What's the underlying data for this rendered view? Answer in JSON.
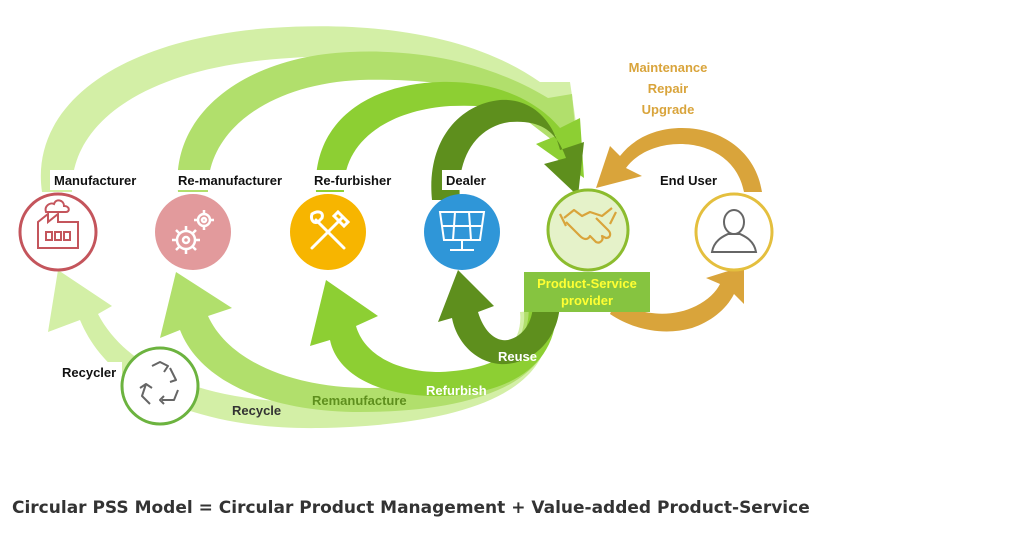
{
  "colors": {
    "very_light_green": "#d3efa6",
    "light_green": "#b1df6c",
    "bright_green": "#8dcf33",
    "dark_green": "#5e8f1d",
    "gold": "#d9a43b",
    "label_gold": "#d9a43b",
    "manufacturer": "#c4555c",
    "remanufacturer": "#e29a9c",
    "refurbisher": "#f7b500",
    "dealer": "#2f96d8",
    "psp_ring": "#8cbc2e",
    "psp_fill": "#e5f2c9",
    "psp_box": "#86c440",
    "psp_text": "#ffff33",
    "enduser": "#e4bf3e",
    "recycler": "#6cb33f",
    "caption": "#333333",
    "white": "#ffffff"
  },
  "actors": {
    "manufacturer": {
      "label": "Manufacturer",
      "icon": "factory-icon"
    },
    "remanufacturer": {
      "label": "Re-manufacturer",
      "icon": "gears-icon"
    },
    "refurbisher": {
      "label": "Re-furbisher",
      "icon": "tools-icon"
    },
    "dealer": {
      "label": "Dealer",
      "icon": "solar-panel-icon"
    },
    "psp": {
      "line1": "Product-Service",
      "line2": "provider",
      "icon": "handshake-icon"
    },
    "enduser": {
      "label": "End User",
      "icon": "person-icon"
    },
    "recycler": {
      "label": "Recycler",
      "icon": "recycle-icon"
    }
  },
  "flows": {
    "reuse": "Reuse",
    "refurbish": "Refurbish",
    "remanufacture": "Remanufacture",
    "recycle": "Recycle"
  },
  "services": [
    "Maintenance",
    "Repair",
    "Upgrade"
  ],
  "caption": "Circular PSS Model = Circular Product Management + Value-added Product-Service"
}
